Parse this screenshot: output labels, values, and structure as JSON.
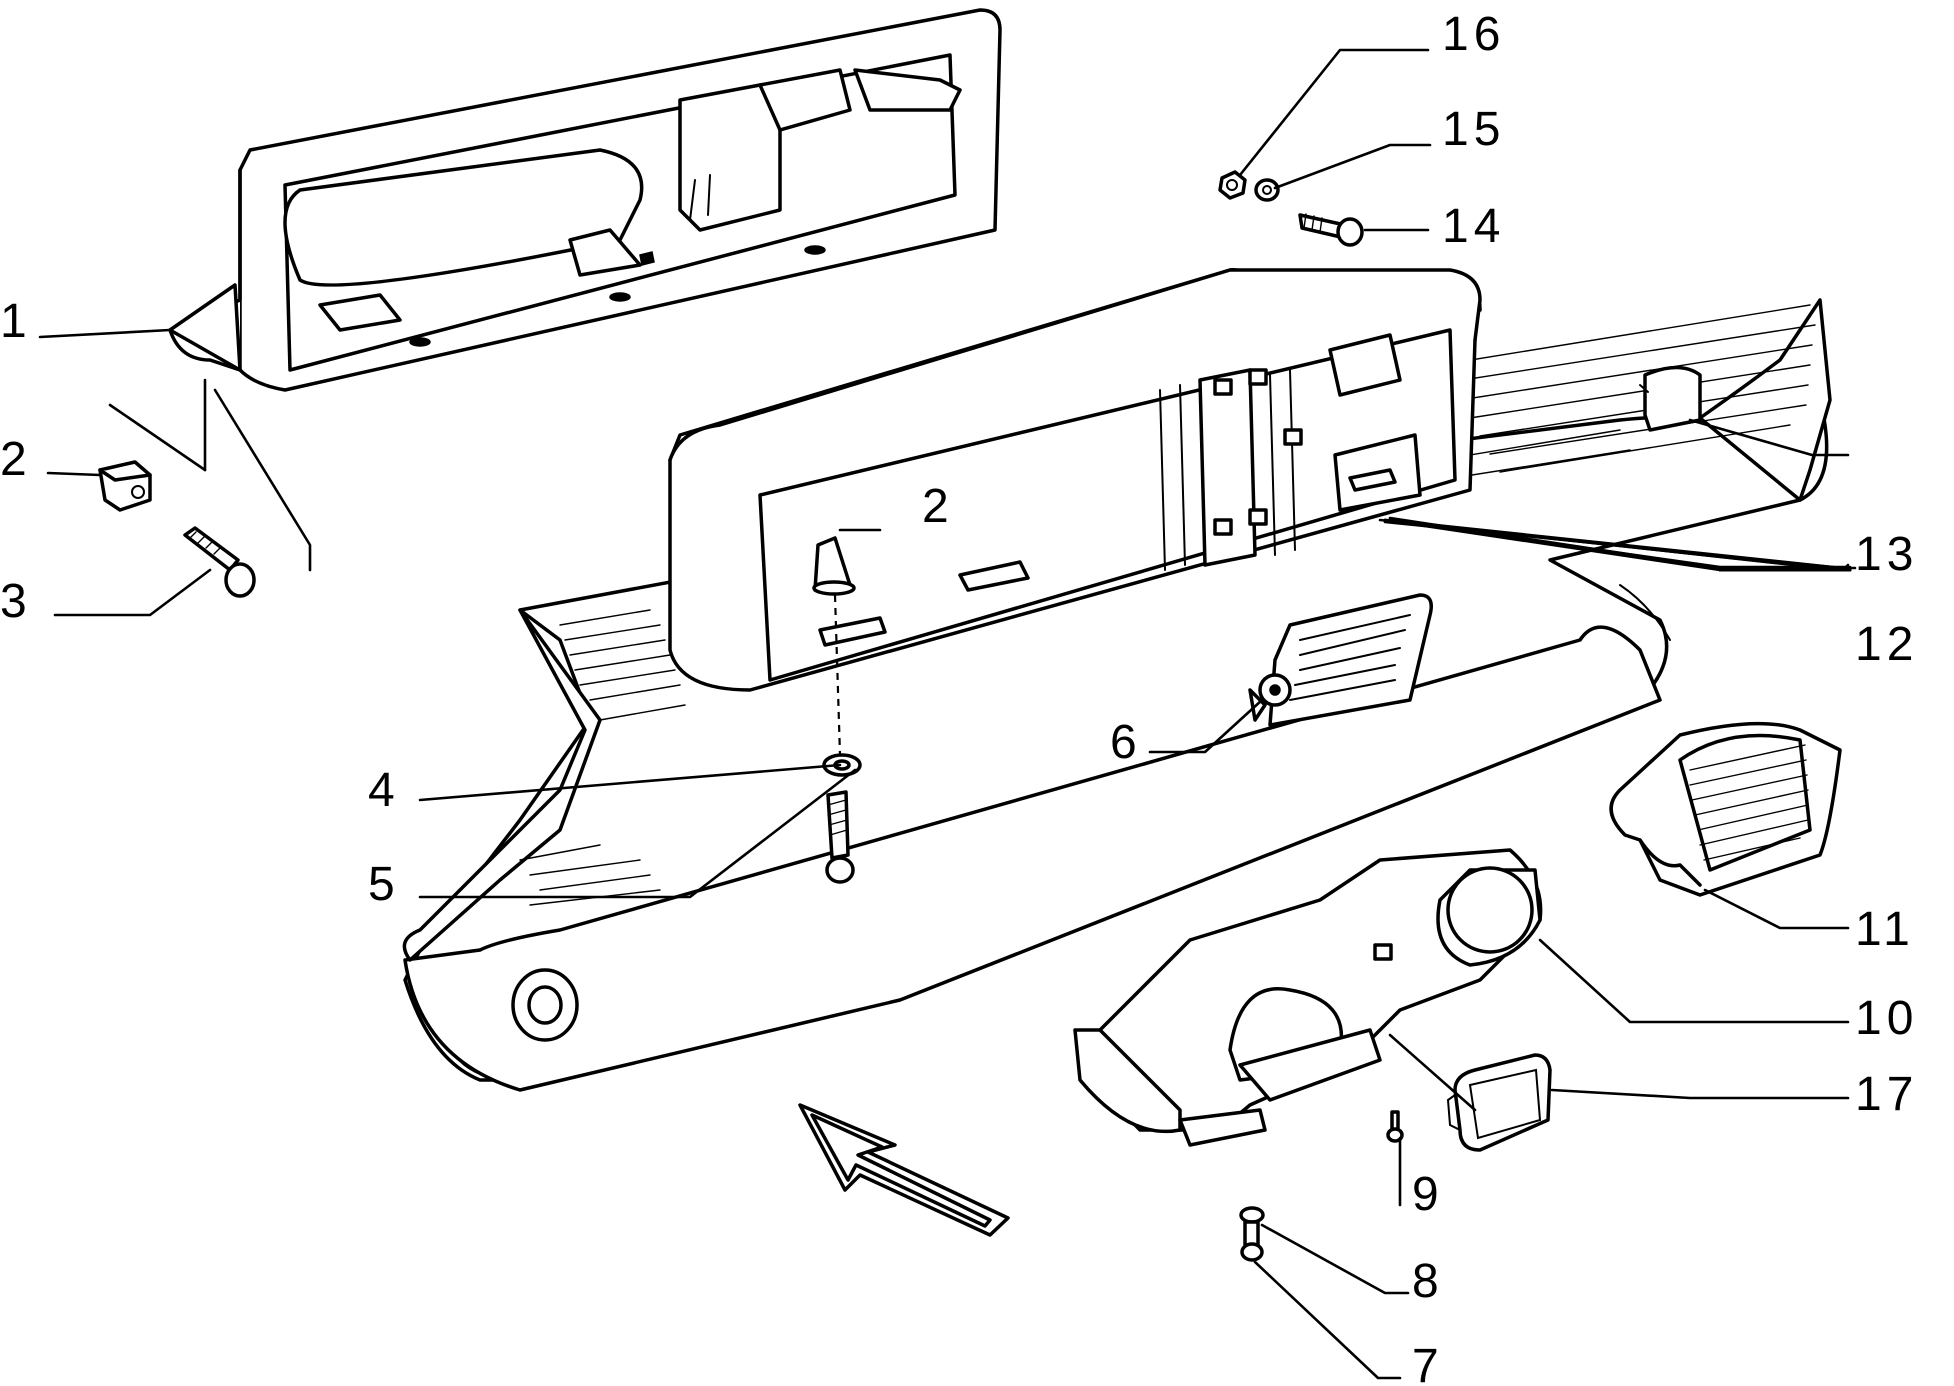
{
  "callouts": [
    {
      "id": "c1",
      "text": "1"
    },
    {
      "id": "c2a",
      "text": "2"
    },
    {
      "id": "c2b",
      "text": "2"
    },
    {
      "id": "c3",
      "text": "3"
    },
    {
      "id": "c4",
      "text": "4"
    },
    {
      "id": "c5",
      "text": "5"
    },
    {
      "id": "c6",
      "text": "6"
    },
    {
      "id": "c7",
      "text": "7"
    },
    {
      "id": "c8",
      "text": "8"
    },
    {
      "id": "c9",
      "text": "9"
    },
    {
      "id": "c10",
      "text": "10"
    },
    {
      "id": "c11",
      "text": "11"
    },
    {
      "id": "c12",
      "text": "12"
    },
    {
      "id": "c13",
      "text": "13"
    },
    {
      "id": "c14",
      "text": "14"
    },
    {
      "id": "c15",
      "text": "15"
    },
    {
      "id": "c16",
      "text": "16"
    },
    {
      "id": "c17",
      "text": "17"
    }
  ],
  "colors": {
    "line": "#000000",
    "background": "#ffffff"
  }
}
